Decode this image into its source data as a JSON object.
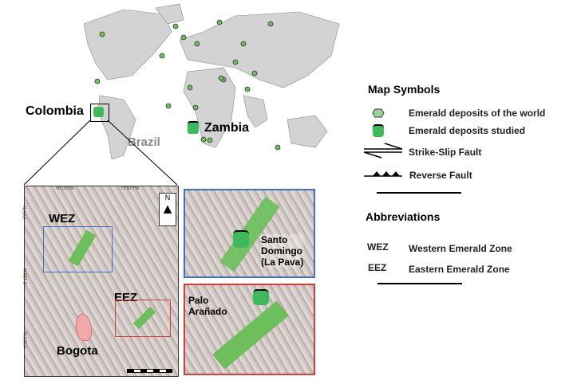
{
  "world_map": {
    "labels": {
      "colombia": "Colombia",
      "brazil": "Brazil",
      "zambia": "Zambia"
    }
  },
  "main_inset": {
    "coords_top": [
      "74°15'0\"W",
      "73°30'0\"W"
    ],
    "coords_left": [
      "6°0'0\"N",
      "5°15'0\"N",
      "4°30'0\"N"
    ],
    "north_label": "N",
    "zones": {
      "wez": "WEZ",
      "eez": "EEZ"
    },
    "city": "Bogota"
  },
  "detail_wez": {
    "label_line1": "Santo",
    "label_line2": "Domingo",
    "label_line3": "(La Pava)"
  },
  "detail_eez": {
    "label_line1": "Palo",
    "label_line2": "Arañado"
  },
  "legend": {
    "title": "Map Symbols",
    "items": [
      {
        "icon": "hexagon-icon",
        "label": "Emerald deposits of the world"
      },
      {
        "icon": "pickaxe-emerald-icon",
        "label": "Emerald deposits studied"
      },
      {
        "icon": "strike-slip-fault-icon",
        "label": "Strike-Slip Fault"
      },
      {
        "icon": "reverse-fault-icon",
        "label": "Reverse Fault"
      }
    ],
    "abbr_title": "Abbreviations",
    "abbreviations": [
      {
        "code": "WEZ",
        "meaning": "Western Emerald Zone"
      },
      {
        "code": "EEZ",
        "meaning": "Eastern Emerald Zone"
      }
    ]
  },
  "colors": {
    "emerald": "#6cbf5a",
    "blue_box": "#3a73c9",
    "red_box": "#d93a3a",
    "land": "#d0d0d0",
    "city": "#f2a8a8"
  }
}
